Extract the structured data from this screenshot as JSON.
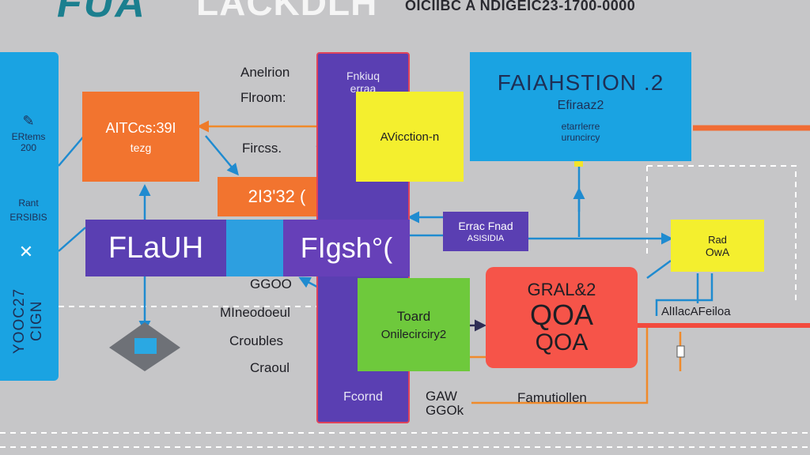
{
  "header": {
    "title_left": "FUA",
    "title_mid": "LACKDLH",
    "title_right": "OICIIBC A NDIGEIC23-1700-0000"
  },
  "left_bar": {
    "label_top": "ERtems 200",
    "label_mid": "Rant ERSIBIS",
    "icon_name": "close-icon",
    "vertical_text": "YOOC27 CIGN"
  },
  "nodes": {
    "orange_a": {
      "line1": "AITCcs:39I",
      "line2": "tezg"
    },
    "orange_b": {
      "text": "2I3'32 ("
    },
    "flash_left": {
      "text": "FLaUH"
    },
    "flash_right": {
      "text": "FIgsh°("
    },
    "yellow_a": {
      "text": "AVicction-n"
    },
    "blue_top": {
      "title": "FAIAHSTION .2",
      "subtitle": "Efiraaz2",
      "line1": "etarrlerre",
      "line2": "uruncircy"
    },
    "purple_small": {
      "line1": "Errac Fnad",
      "line2": "ASISIDIA"
    },
    "yellow_b": {
      "line1": "Rad",
      "line2": "OwA"
    },
    "green": {
      "line1": "Toard",
      "line2": "Onilecirciry2"
    },
    "red": {
      "title": "GRAL&2",
      "line1": "QOA",
      "line2": "QOA"
    },
    "purple_column": {
      "top1": "Fnkiuq",
      "top2": "erraa",
      "bottom": "Fcornd"
    }
  },
  "labels": {
    "anelion": "Anelrion",
    "flroom": "Flroom:",
    "fircss": "Fircss.",
    "gooo": "GGOO",
    "mineodeul": "MIneodoeul",
    "croubles": "Croubles",
    "craoul": "Craoul",
    "gaw": "GAW",
    "ggok": "GGOk",
    "famutiollen": "Famutiollen",
    "acfei": "AlIlacAFeiloa"
  },
  "colors": {
    "background": "#c6c6c8",
    "blue": "#1aa3e2",
    "orange": "#f2742f",
    "purple": "#5a3fb2",
    "yellow": "#f4ef2e",
    "green": "#6ec93c",
    "red": "#f65449",
    "grey_node": "#6e7177",
    "grey_node_accent": "#2aa8e3"
  }
}
